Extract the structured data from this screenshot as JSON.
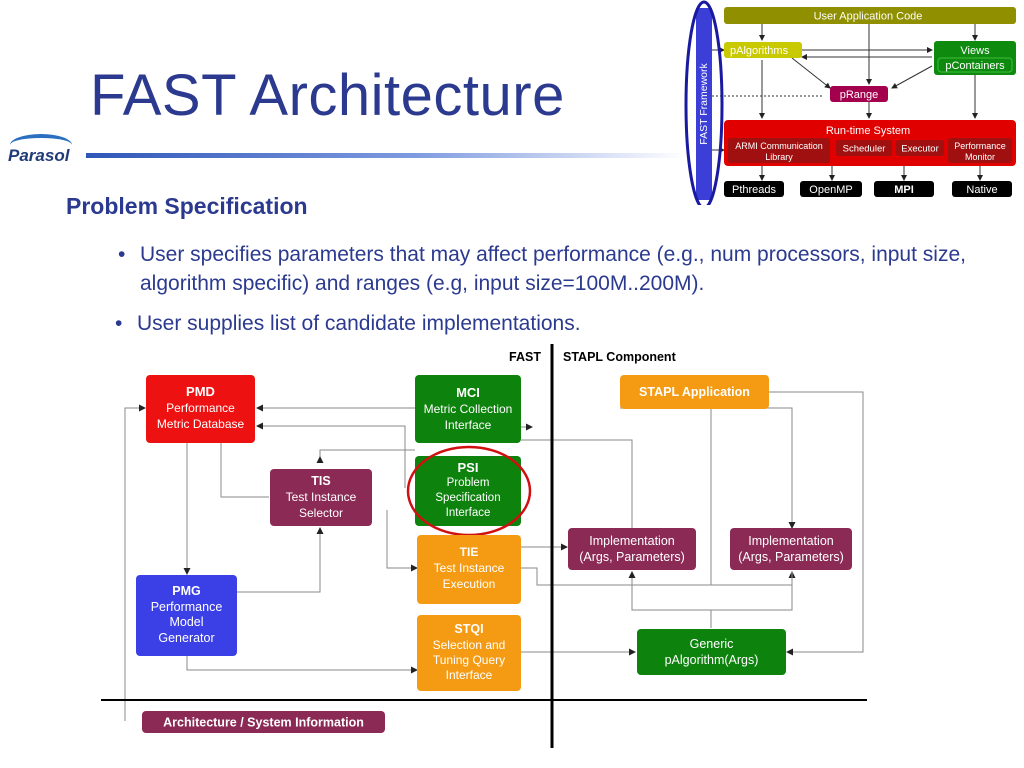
{
  "slide": {
    "title": "FAST Architecture",
    "logo_text": "Parasol",
    "section_heading": "Problem Specification",
    "bullets": [
      "User specifies parameters that may affect performance  (e.g., num processors, input size, algorithm specific) and ranges (e.g, input size=100M..200M).",
      "User supplies list of candidate implementations."
    ],
    "bullet_glyph": "•"
  },
  "arch_figure": {
    "framework_label": "FAST Framework",
    "user_app_code": "User Application Code",
    "palgorithms": "pAlgorithms",
    "views_line1": "Views",
    "pcontainers": "pContainers",
    "prange": "pRange",
    "runtime_system": "Run-time System",
    "armi_line1": "ARMI Communication",
    "armi_line2": "Library",
    "scheduler": "Scheduler",
    "executor": "Executor",
    "perfmon_line1": "Performance",
    "perfmon_line2": "Monitor",
    "pthreads": "Pthreads",
    "openmp": "OpenMP",
    "mpi": "MPI",
    "native": "Native",
    "colors": {
      "olive": "#8f8f00",
      "yellow_green": "#c9c900",
      "green": "#0e8a0e",
      "crimson": "#a3004d",
      "red": "#e00000",
      "dark_red": "#a01010",
      "black": "#000000",
      "framework_blue": "#3b3fd8"
    }
  },
  "diagram": {
    "fast_label": "FAST",
    "stapl_label": "STAPL Component",
    "pmd": {
      "title": "PMD",
      "line1": "Performance",
      "line2": "Metric Database"
    },
    "mci": {
      "title": "MCI",
      "line1": "Metric Collection",
      "line2": "Interface"
    },
    "psi": {
      "title": "PSI",
      "line1": "Problem",
      "line2": "Specification",
      "line3": "Interface"
    },
    "tis": {
      "title": "TIS",
      "line1": "Test Instance",
      "line2": "Selector"
    },
    "tie": {
      "title": "TIE",
      "line1": "Test Instance",
      "line2": "Execution"
    },
    "pmg": {
      "title": "PMG",
      "line1": "Performance",
      "line2": "Model",
      "line3": "Generator"
    },
    "stqi": {
      "title": "STQI",
      "line1": "Selection and",
      "line2": "Tuning Query",
      "line3": "Interface"
    },
    "stapl_app": "STAPL Application",
    "impl1": {
      "line1": "Implementation",
      "line2": "(Args, Parameters)"
    },
    "impl2": {
      "line1": "Implementation",
      "line2": "(Args, Parameters)"
    },
    "generic": {
      "line1": "Generic",
      "line2": "pAlgorithm(Args)"
    },
    "arch_info": "Architecture / System Information",
    "colors": {
      "red": "#ee1111",
      "green": "#0d820d",
      "maroon": "#8b2a55",
      "orange": "#f49b13",
      "blue": "#3b3fe6",
      "highlight": "#d01010"
    }
  }
}
